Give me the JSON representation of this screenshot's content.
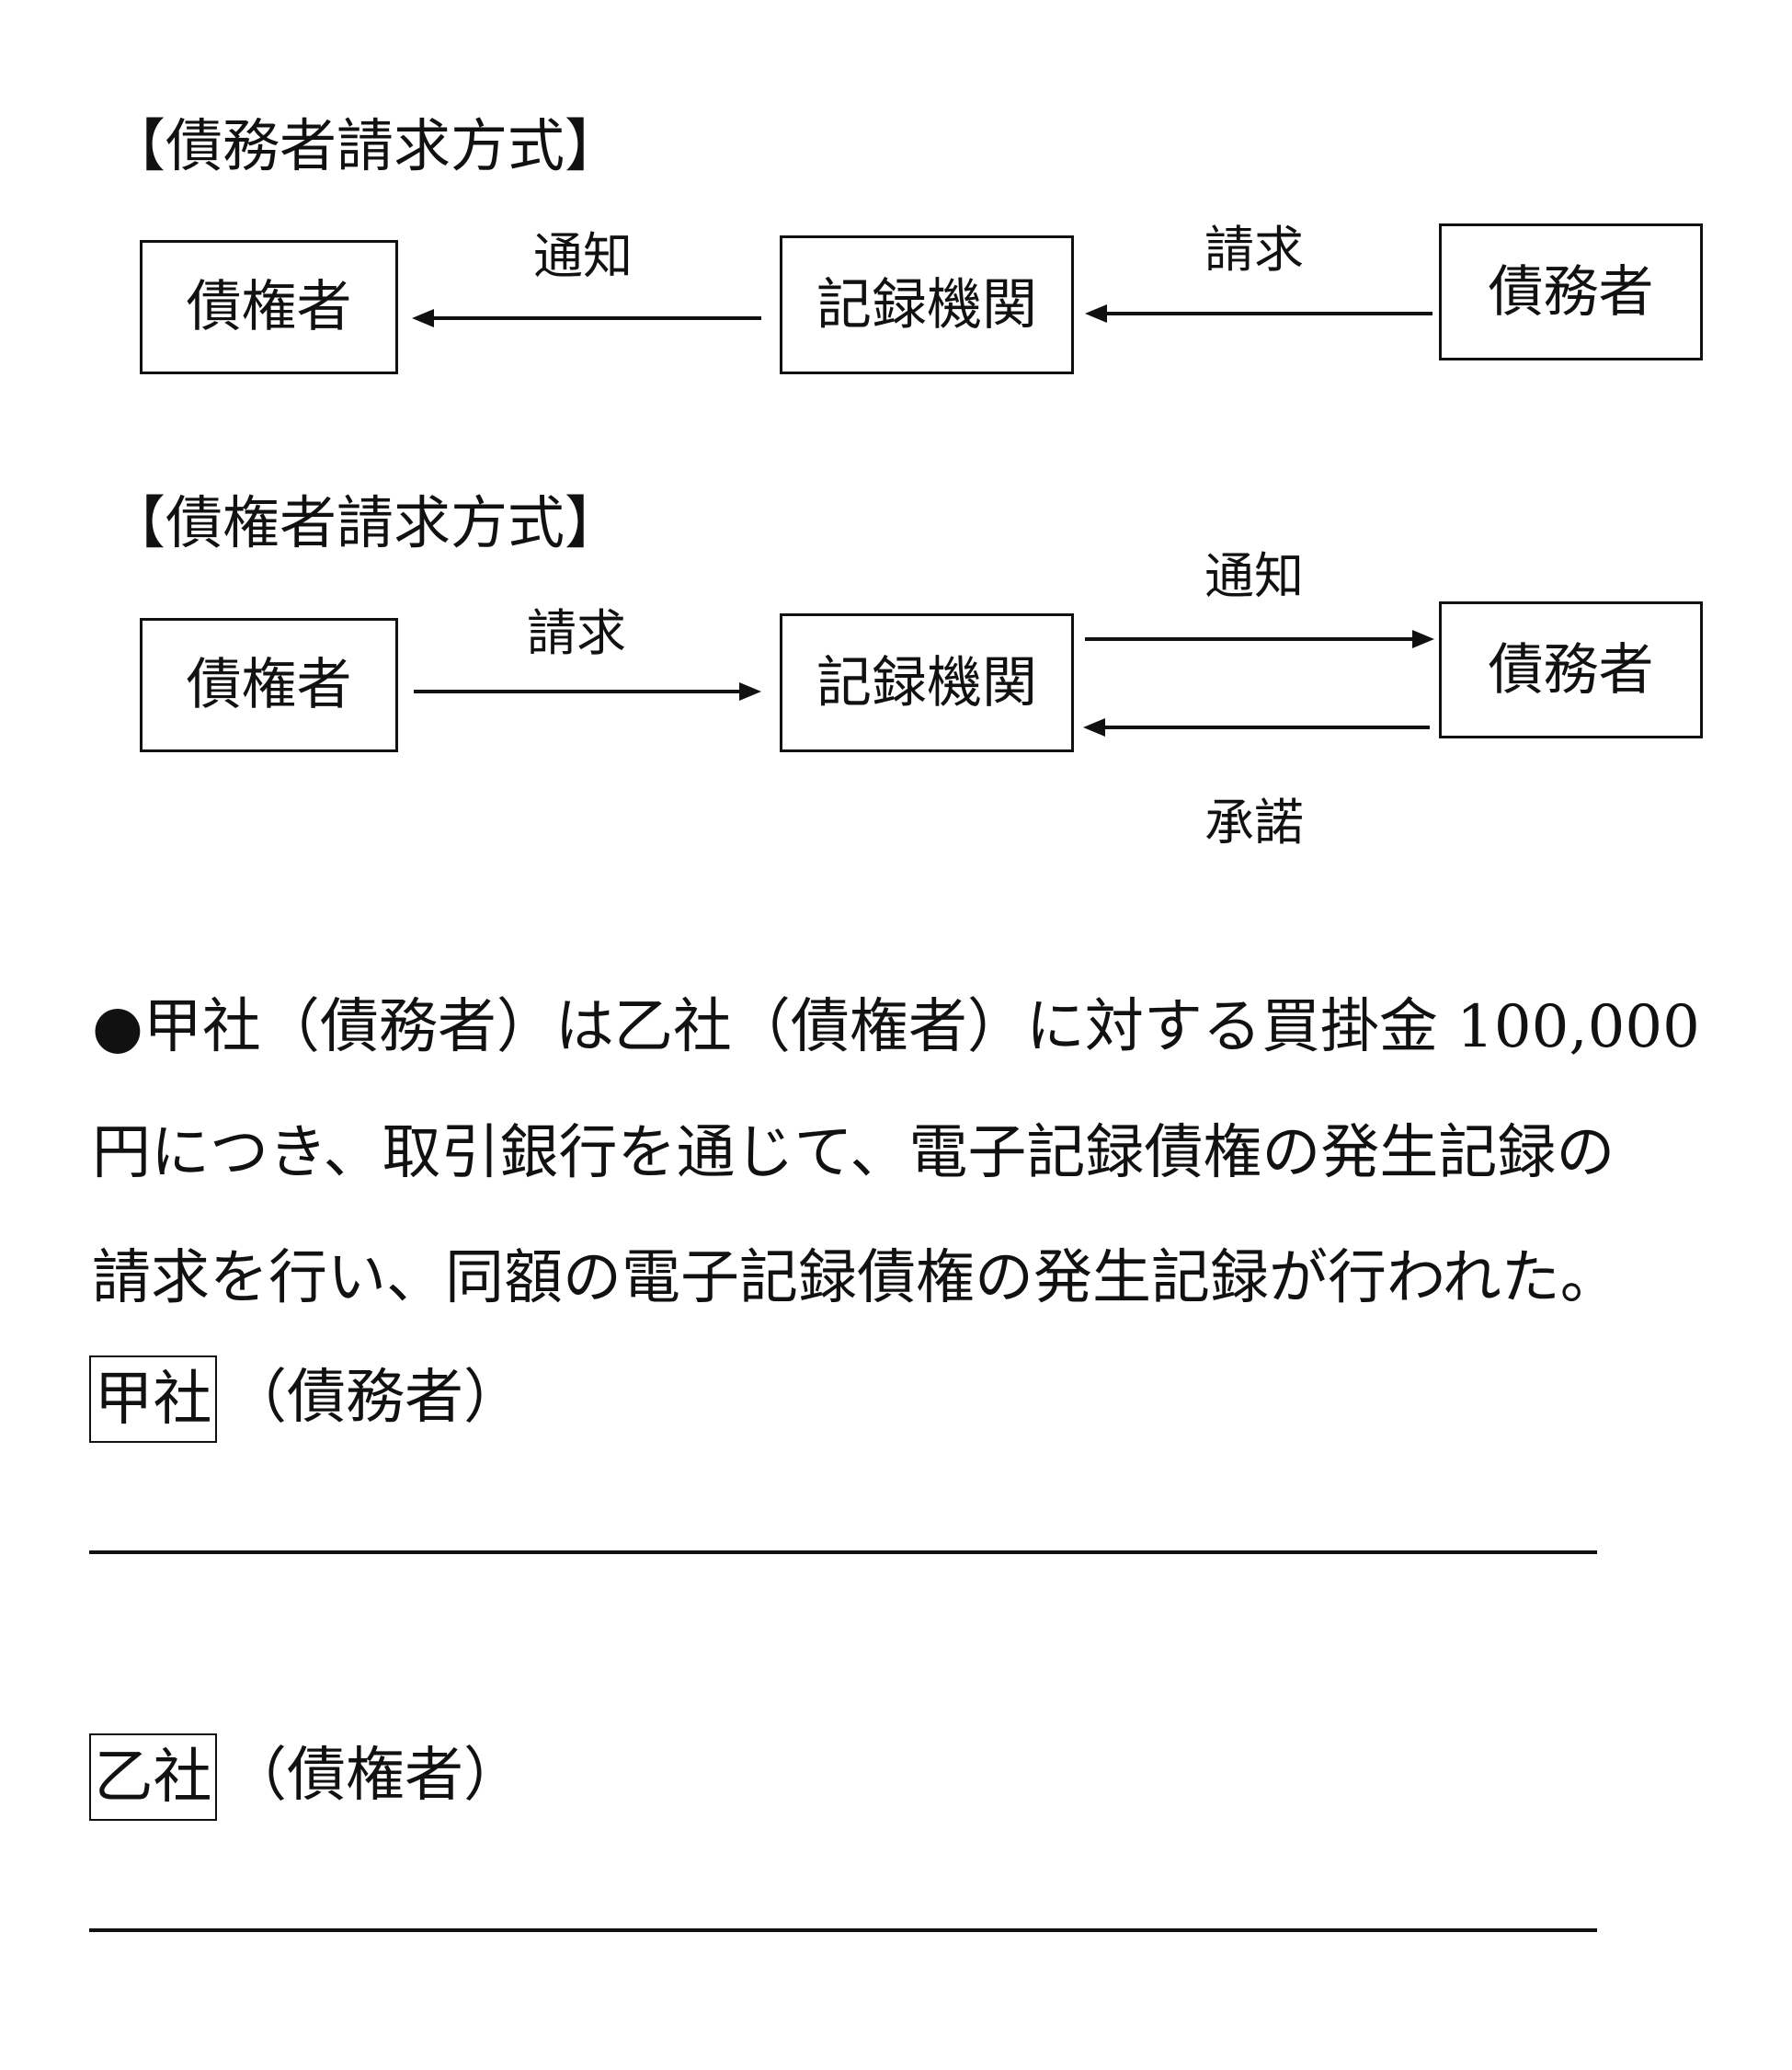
{
  "debtor_method": {
    "title": "【債務者請求方式】",
    "creditor": "債権者",
    "registry": "記録機関",
    "debtor": "債務者",
    "notice": "通知",
    "request": "請求"
  },
  "creditor_method": {
    "title": "【債権者請求方式】",
    "creditor": "債権者",
    "registry": "記録機関",
    "debtor": "債務者",
    "request": "請求",
    "notice": "通知",
    "consent": "承諾"
  },
  "question": {
    "line1": "●甲社（債務者）は乙社（債権者）に対する買掛金 100,000",
    "line2": "円につき、取引銀行を通じて、電子記録債権の発生記録の",
    "line3": "請求を行い、同額の電子記録債権の発生記録が行われた。"
  },
  "answers": {
    "company_a": "甲社",
    "company_a_role": "（債務者）",
    "company_b": "乙社",
    "company_b_role": "（債権者）"
  }
}
